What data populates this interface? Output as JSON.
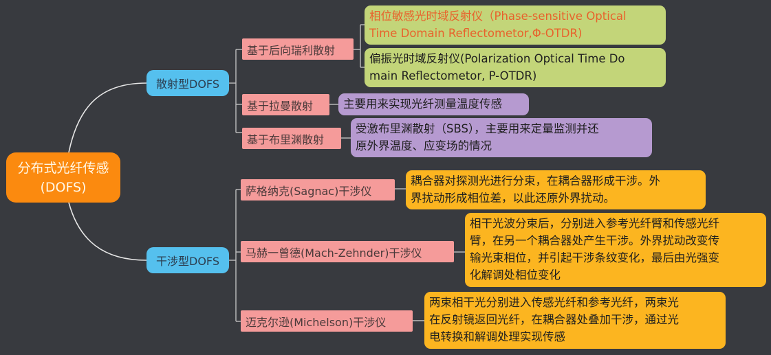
{
  "colors": {
    "background": "#383a3f",
    "root": "#fb8a0f",
    "category": "#55c0ee",
    "subtopic": "#f59b9a",
    "leaf_green": "#c3d579",
    "leaf_purple": "#b69ad0",
    "leaf_orange": "#fcb520",
    "accent_text": "#e8622c",
    "connector": "#e6e6e6"
  },
  "root": {
    "label": "分布式光纤传感\n(DOFS)"
  },
  "categories": [
    {
      "label": "散射型DOFS",
      "subtopics": [
        {
          "label": "基于后向瑞利散射",
          "leaves": [
            {
              "text": "相位敏感光时域反射仪（Phase-sensitive Optical\nTime Domain Reflectometor,Φ-OTDR)",
              "highlighted": true
            },
            {
              "text": "偏振光时域反射仪(Polarization Optical Time Do\nmain Reflectometor, P-OTDR)",
              "highlighted": false
            }
          ]
        },
        {
          "label": "基于拉曼散射",
          "leaves": [
            {
              "text": "主要用来实现光纤测量温度传感"
            }
          ]
        },
        {
          "label": "基于布里渊散射",
          "leaves": [
            {
              "text": "受激布里渊散射（SBS），主要用来定量监测并还\n原外界温度、应变场的情况"
            }
          ]
        }
      ]
    },
    {
      "label": "干涉型DOFS",
      "subtopics": [
        {
          "label": "萨格纳克(Sagnac)干涉仪",
          "leaves": [
            {
              "text": "耦合器对探测光进行分束，在耦合器形成干涉。外\n界扰动形成相位差，以此还原外界扰动。"
            }
          ]
        },
        {
          "label": "马赫一曾德(Mach-Zehnder)干涉仪",
          "leaves": [
            {
              "text": "相干光波分束后，分别进入参考光纤臂和传感光纤\n臂，在另一个耦合器处产生干涉。外界扰动改变传\n输光束相位，并引起干涉条纹变化，最后由光强变\n化解调处相位变化"
            }
          ]
        },
        {
          "label": "迈克尔逊(Michelson)干涉仪",
          "leaves": [
            {
              "text": "两束相干光分别进入传感光纤和参考光纤，两束光\n在反射镜返回光纤，在耦合器处叠加干涉，通过光\n电转换和解调处理实现传感"
            }
          ]
        }
      ]
    }
  ]
}
